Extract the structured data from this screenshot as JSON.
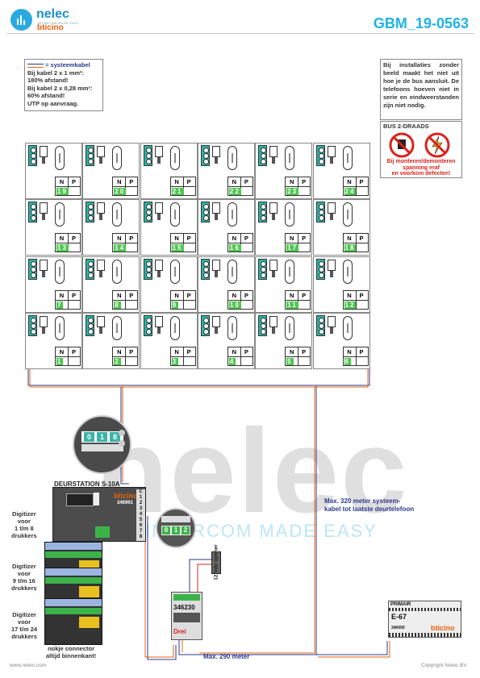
{
  "header": {
    "brand": "nelec",
    "tagline": "INTERCOM MADE EASY",
    "sub_brand": "bticino",
    "code": "GBM_19-0563"
  },
  "colors": {
    "accent": "#1fb2e6",
    "brand_orange": "#e9620f",
    "terminal": "#2ab5a6",
    "number": "#4fc54f",
    "warning": "#d8231c"
  },
  "info_left": {
    "legend": "= systeemkabel",
    "lines": [
      "Bij kabel 2 x 1 mm²:",
      "180% afstand!",
      "Bij kabel 2 x 0,28 mm²:",
      "60% afstand!",
      "UTP op aanvraag."
    ]
  },
  "info_right": {
    "text": "Bij installaties zonder beeld maakt het niet uit hoe je de bus aansluit. De telefoons hoeven niet in serie en eindweerstanden zijn niet nodig."
  },
  "bus": {
    "title": "BUS 2-DRAADS",
    "warning": [
      "Bij monteren/demonteren",
      "spanning eraf",
      "en voorkom defecten!"
    ]
  },
  "phones": {
    "n_label": "N",
    "p_label": "P",
    "rows": [
      [
        "19",
        "20",
        "21",
        "22",
        "23",
        "24"
      ],
      [
        "13",
        "14",
        "15",
        "16",
        "17",
        "18"
      ],
      [
        "7",
        "8",
        "9",
        "10",
        "11",
        "12"
      ],
      [
        "1",
        "2",
        "3",
        "4",
        "5",
        "6"
      ]
    ]
  },
  "door_station": {
    "label": "DEURSTATION S-10A",
    "zoom_digits": [
      "0",
      "1",
      "8"
    ],
    "brand": "bticino",
    "model": "346991",
    "terminals": [
      "C",
      "1",
      "2",
      "3",
      "4",
      "5",
      "6",
      "7",
      "8"
    ]
  },
  "digitizers": [
    {
      "label": [
        "Digitizer",
        "voor",
        "1 t/m 8",
        "drukkers"
      ]
    },
    {
      "label": [
        "Digitizer",
        "voor",
        "9 t/m 16",
        "drukkers"
      ]
    },
    {
      "label": [
        "Digitizer",
        "voor",
        "17 t/m 24",
        "drukkers"
      ]
    }
  ],
  "connector_note": [
    "nokje connector",
    "altijd binnenkant!"
  ],
  "module_346230": {
    "model": "346230",
    "zoom_digits": [
      "0",
      "1",
      "2"
    ],
    "dip": "Drei"
  },
  "opener": "12 Vdc opener",
  "power_supply": {
    "title": "PRIMAIR",
    "model": "E-67",
    "code": "346050",
    "brand": "bticino"
  },
  "notes": {
    "max_320": [
      "Max. 320 meter systeem-",
      "kabel tot laatste deurtelefoon"
    ],
    "max_290": "Max. 290 meter"
  },
  "footer": {
    "left": "www.nelec.com",
    "right": "Copyright Nelec BV"
  }
}
